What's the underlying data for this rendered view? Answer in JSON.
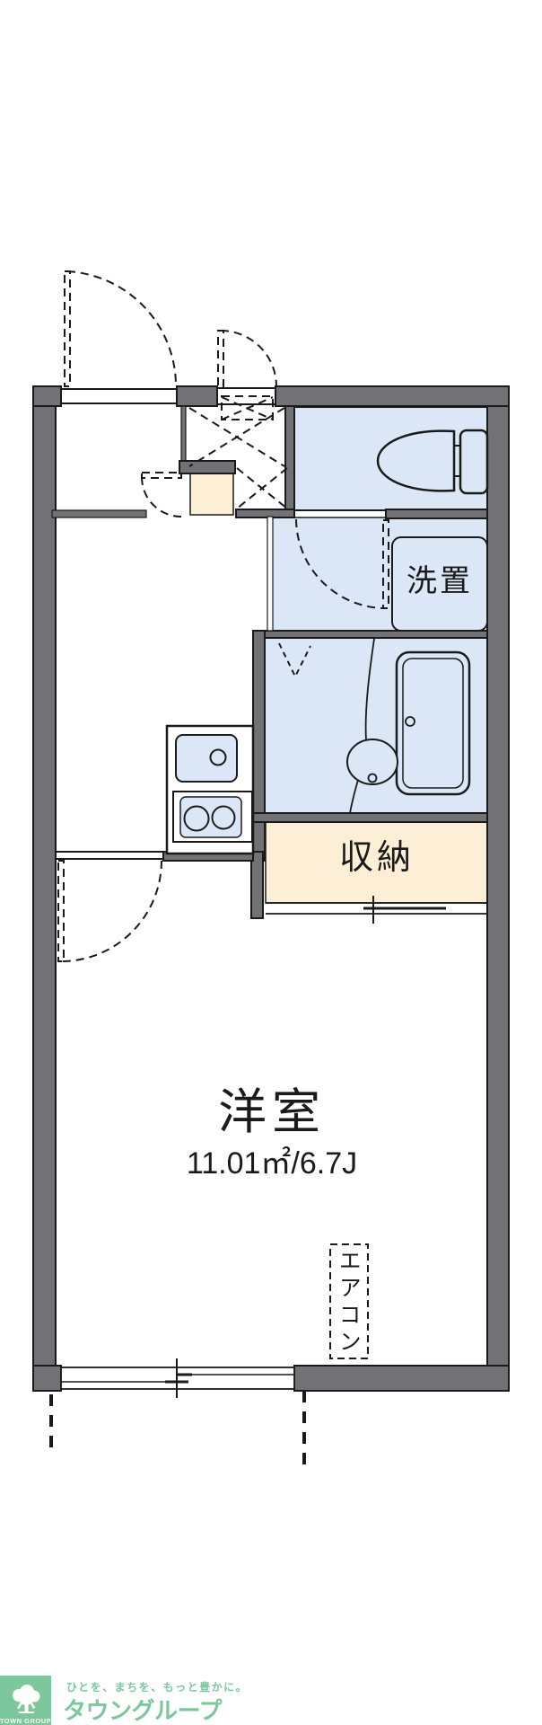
{
  "floorplan": {
    "rooms": {
      "main_room": {
        "name": "洋室",
        "size": "11.01㎡/6.7J"
      },
      "storage_label": "収納",
      "washer_label": "洗置",
      "aircon_label": "エアコン"
    },
    "colors": {
      "wall": "#727276",
      "water_rooms": "#dbe7f6",
      "storage_fill": "#fcefd5",
      "line": "#1a1a1a"
    }
  },
  "footer": {
    "logo_text": "TOWN GROUP",
    "tagline": "ひとを、まちを、もっと豊かに。",
    "brand": "タウングループ",
    "brand_color": "#7cc79c"
  }
}
